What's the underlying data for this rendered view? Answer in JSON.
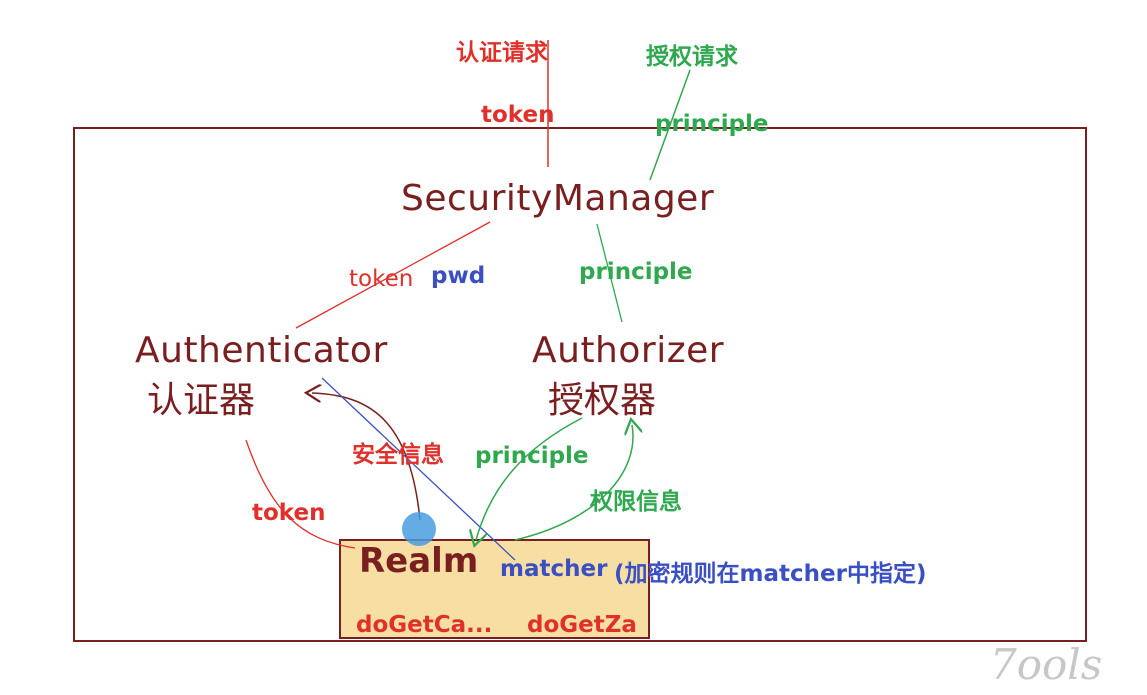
{
  "top": {
    "auth_request": "认证请求",
    "authz_request": "授权请求",
    "token": "token",
    "principle": "principle"
  },
  "security_manager": "SecurityManager",
  "edge_sm_auth": {
    "token": "token",
    "pwd": "pwd"
  },
  "edge_sm_authz": "principle",
  "authenticator": {
    "en": "Authenticator",
    "cn": "认证器"
  },
  "authorizer": {
    "en": "Authorizer",
    "cn": "授权器"
  },
  "mid_labels": {
    "security_info": "安全信息",
    "principle": "principle",
    "permission_info": "权限信息",
    "token": "token"
  },
  "realm": {
    "title": "Realm",
    "matcher": "matcher",
    "matcher_note": "(加密规则在matcher中指定)",
    "method_a": "doGetCa...",
    "method_b": "doGetZa"
  },
  "watermark": "7ools",
  "colors": {
    "frame": "#7a1f1f",
    "red": "#e0302a",
    "green": "#2fa84f",
    "blue": "#3b4fc4",
    "realm_fill": "#f7dfa3"
  }
}
